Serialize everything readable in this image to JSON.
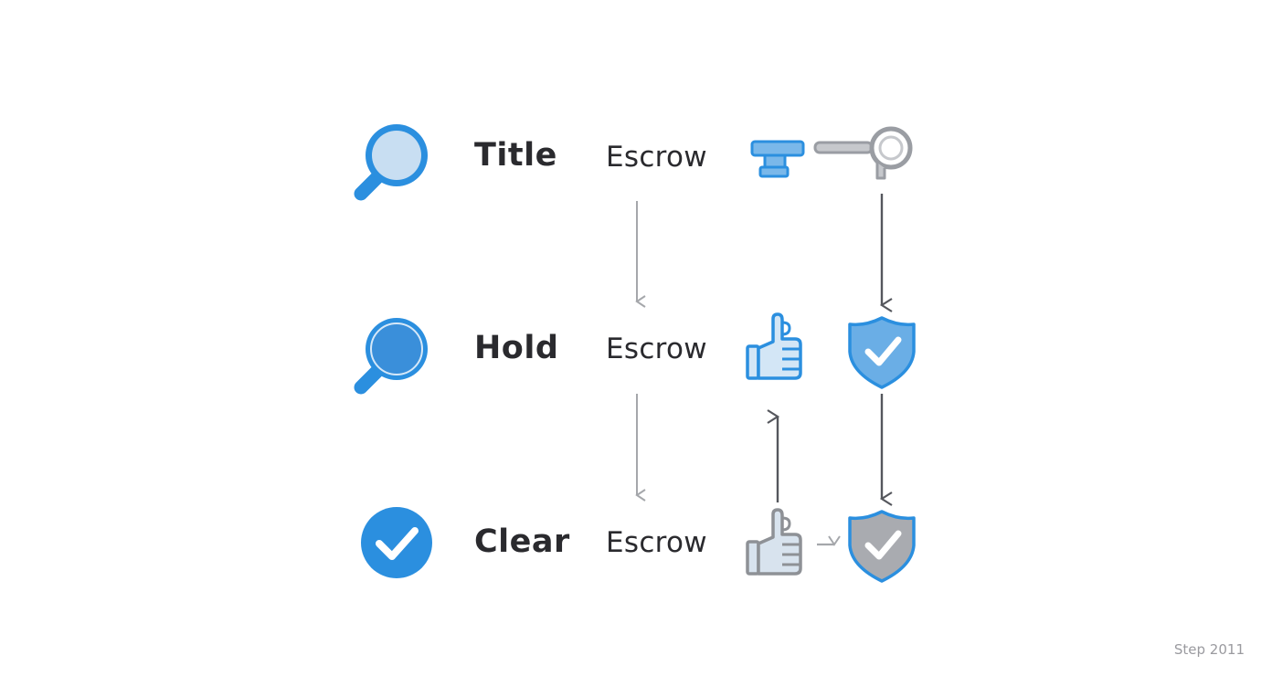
{
  "rows": [
    {
      "label": "Title",
      "escrow": "Escrow",
      "status_icon": "magnifier-icon",
      "action_icon": "key-icon",
      "state_icon": "key-icon"
    },
    {
      "label": "Hold",
      "escrow": "Escrow",
      "status_icon": "magnifier-icon",
      "action_icon": "thumbs-up-icon",
      "state_icon": "shield-check-icon"
    },
    {
      "label": "Clear",
      "escrow": "Escrow",
      "status_icon": "check-circle-icon",
      "action_icon": "thumbs-up-icon",
      "state_icon": "shield-check-icon"
    }
  ],
  "footer": "Step 2011",
  "colors": {
    "blue": "#2b8fdf",
    "light_blue": "#c2dcf2",
    "gray": "#9a9da3",
    "dark_arrow": "#55575d",
    "light_arrow": "#a5a7ab",
    "text": "#2a2a2e"
  }
}
